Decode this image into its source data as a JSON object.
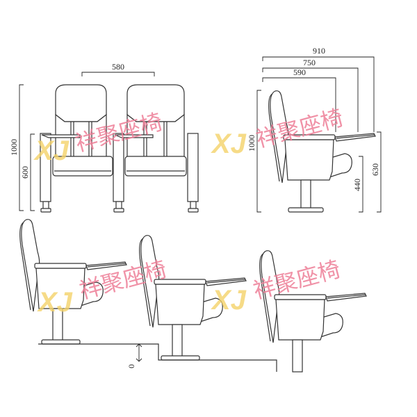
{
  "front_view": {
    "dim_seat_spacing": "580",
    "dim_total_height": "1000",
    "dim_arm_height": "600"
  },
  "side_view": {
    "dim_depth_max": "910",
    "dim_depth_mid": "750",
    "dim_depth_min": "590",
    "dim_total_height": "1000",
    "dim_tray_height": "630",
    "dim_seat_height": "440"
  },
  "installation_view": {
    "dim_step_height": "0"
  },
  "watermark": {
    "text": "祥聚座椅",
    "logo": "XJ",
    "text_color": "#ee7f98",
    "logo_color": "#f4d36a"
  }
}
